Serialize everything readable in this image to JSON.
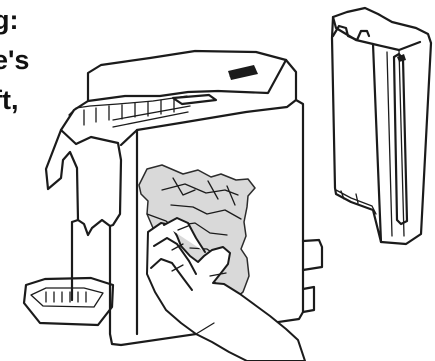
{
  "caption": {
    "lines": [
      "g:",
      "e's",
      "ft,"
    ]
  },
  "illustration": {
    "icons": [
      "coffee-machine-icon",
      "water-tank-icon",
      "cleaning-cloth-icon",
      "hand-icon"
    ],
    "colors": {
      "ink": "#1b1b1b",
      "cloth": "#d9d9d9",
      "paper": "#ffffff"
    }
  }
}
